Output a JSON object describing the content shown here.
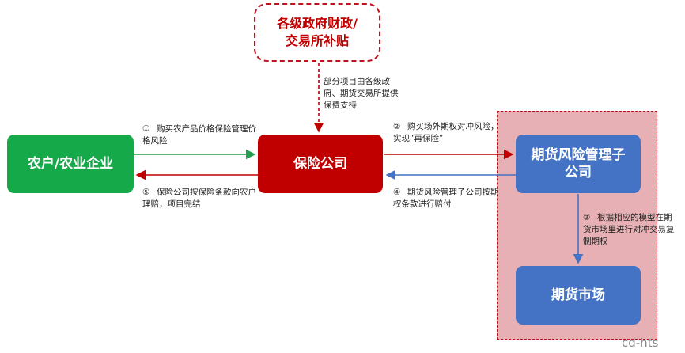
{
  "colors": {
    "green": "#16a94a",
    "red": "#c00000",
    "blue": "#4472c4",
    "zone_fill": "#e7b0b4",
    "arrow_green": "#20a050",
    "arrow_red": "#c00000",
    "arrow_blue": "#4472c4"
  },
  "nodes": {
    "government": "各级政府财政/\n交易所补贴",
    "farmer": "农户/农业企业",
    "insurer": "保险公司",
    "futures_subsidiary": "期货风险管理子公司",
    "futures_market": "期货市场"
  },
  "labels": {
    "government_note": "部分项目由各级政府、期货交易所提供保费支持",
    "step1_num": "①",
    "step1_text": "购买农产品价格保险管理价格风险",
    "step2_num": "②",
    "step2_text": "购买场外期权对冲风险，实现“再保险”",
    "step3_num": "③",
    "step3_text": "根据相应的模型在期货市场里进行对冲交易复制期权",
    "step4_num": "④",
    "step4_text": "期货风险管理子公司按期权条款进行赔付",
    "step5_num": "⑤",
    "step5_text": "保险公司按保险条款向农户理赔，项目完结"
  },
  "watermark": "cd-hts"
}
